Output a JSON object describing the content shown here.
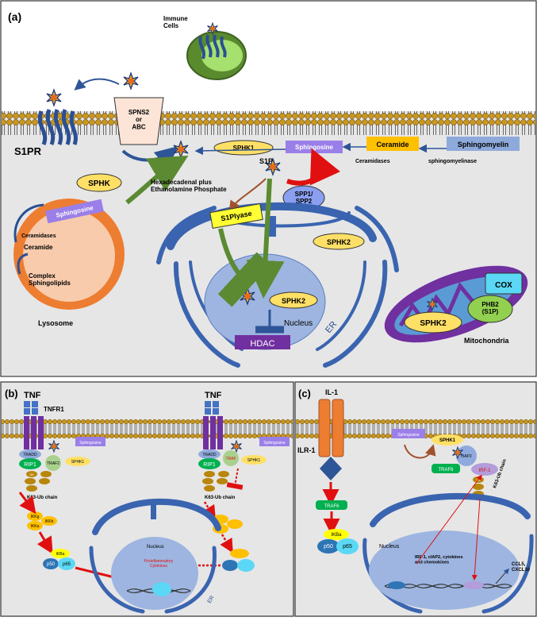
{
  "panels": {
    "a": {
      "label": "(a)",
      "immune_cells": "Immune\nCells",
      "s1pr": "S1PR",
      "spns2": "SPNS2\nor\nABC",
      "sphk1": "SPHK1",
      "sphingosine": "Sphingosine",
      "ceramide": "Ceramide",
      "sphingomyelin": "Sphingomyelin",
      "ceramidases": "Ceramidases",
      "sphingomyelinase": "sphingomyelinase",
      "s1p": "S1P",
      "sphk": "SPHK",
      "hexadecenal": "Hexadecadenal plus\nEthanolamine Phosphate",
      "spp": "SPP1/\nSPP2",
      "s1plyase": "S1Plyase",
      "sphk2": "SPHK2",
      "lyso_sphingosine": "Sphingosine",
      "lyso_ceramidases": "Ceramidases",
      "lyso_ceramide": "Ceramide",
      "complex_sphingolipids": "Complex\nSphingolipids",
      "lysosome": "Lysosome",
      "nucleus_s1p": "S1P",
      "nucleus_sphk2": "SPHK2",
      "nucleus": "Nucleus",
      "hdac": "HDAC",
      "er": "ER",
      "cox": "COX",
      "phb2": "PHB2\n(S1P)",
      "mito_sphk2": "SPHK2",
      "mitochondria": "Mitochondria"
    },
    "b": {
      "label": "(b)",
      "tnf_left": "TNF",
      "tnfr1": "TNFR1",
      "tnf_right": "TNF",
      "sphingosine_left": "Sphingosine",
      "sphingosine_right": "Sphingosine",
      "tradd_left": "TRADD",
      "rip1_left": "RIP1",
      "traf2_left": "TRAF2",
      "sphk1_left": "SPHK1",
      "ub": "Ub",
      "k63_left": "K63-Ub chain",
      "ikkg": "IKKg",
      "ikkb": "IKKb",
      "ikka": "IKKa",
      "ikba": "IKBa",
      "p50": "p50",
      "p65": "p65",
      "tradd_right": "TRADD",
      "rip1_right": "RIP1",
      "traf_right": "TRAF",
      "sphk1_right": "SPHK1",
      "k63_right": "K63-Ub chain",
      "nucleus": "Nucleus",
      "proinflammatory": "Proinflammatory\nCytokines",
      "er": "ER"
    },
    "c": {
      "label": "(c)",
      "il1": "IL-1",
      "ilr1": "ILR-1",
      "sphingosine": "Sphingosine",
      "sphk1": "SPHK1",
      "ciap2": "cIAP2",
      "traf6": "TRAF6",
      "irf1": "IRF-1",
      "k63": "K63-Ub chain",
      "traf6_lower": "TRAF6",
      "ikba": "IKBa",
      "p50": "p50",
      "p65": "p65",
      "nucleus": "Nucleus",
      "genes": "IRF-1, cIAP2, cytokines\nand chemokines",
      "ccl5": "CCL5,\nCXCL10",
      "ub": "Ub"
    }
  },
  "colors": {
    "panel_bg": "#e6e6e6",
    "membrane_head": "#b8860b",
    "yellow_box": "#ffe066",
    "purple_box": "#9b7fe8",
    "orange": "#ed7d31",
    "er_blue": "#3a64b0",
    "nucleus_blue": "#9db5e0",
    "green_arrow": "#5b8a32",
    "red_arrow": "#e01010"
  }
}
